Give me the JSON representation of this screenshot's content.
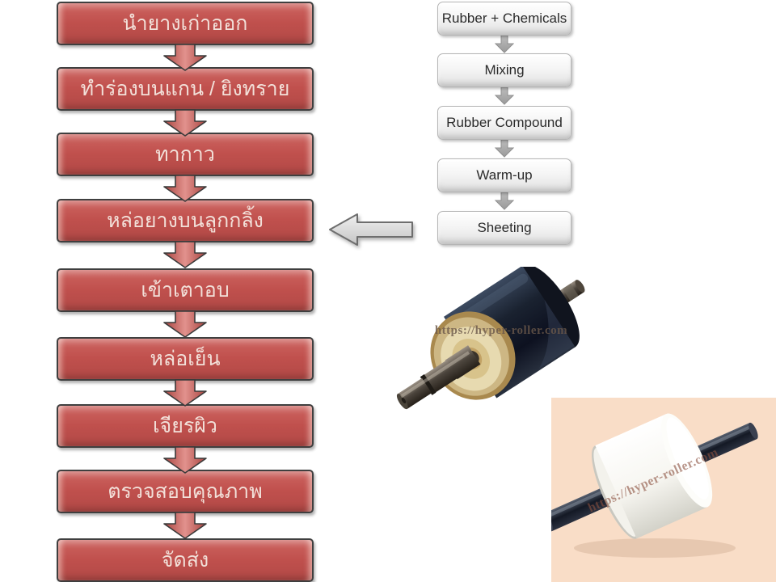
{
  "slide": {
    "background": "#ffffff"
  },
  "left_flow": {
    "box_fill": "#c0504d",
    "box_border": "#3f3f3f",
    "text_color": "#f2e0d9",
    "steps": [
      {
        "label": "นำยางเก่าออก"
      },
      {
        "label": "ทำร่องบนแกน / ยิงทราย"
      },
      {
        "label": "ทากาว"
      },
      {
        "label": "หล่อยางบนลูกกลิ้ง"
      },
      {
        "label": "เข้าเตาอบ"
      },
      {
        "label": "หล่อเย็น"
      },
      {
        "label": "เจียรผิว"
      },
      {
        "label": "ตรวจสอบคุณภาพ"
      },
      {
        "label": "จัดส่ง"
      }
    ]
  },
  "right_flow": {
    "box_fill": "#f2f2f2",
    "box_border": "#b5b5b5",
    "text_color": "#2b2b2b",
    "steps": [
      {
        "label": "Rubber + Chemicals"
      },
      {
        "label": "Mixing"
      },
      {
        "label": "Rubber Compound"
      },
      {
        "label": "Warm-up"
      },
      {
        "label": "Sheeting"
      }
    ]
  },
  "connector_arrow": {
    "direction": "left",
    "fill": "#d9d9d9"
  },
  "product_images": {
    "black_roller": {
      "watermark": "https://hyper-roller.com"
    },
    "white_roller": {
      "watermark": "https://hyper-roller.com",
      "background": "#f9ddc7"
    }
  }
}
